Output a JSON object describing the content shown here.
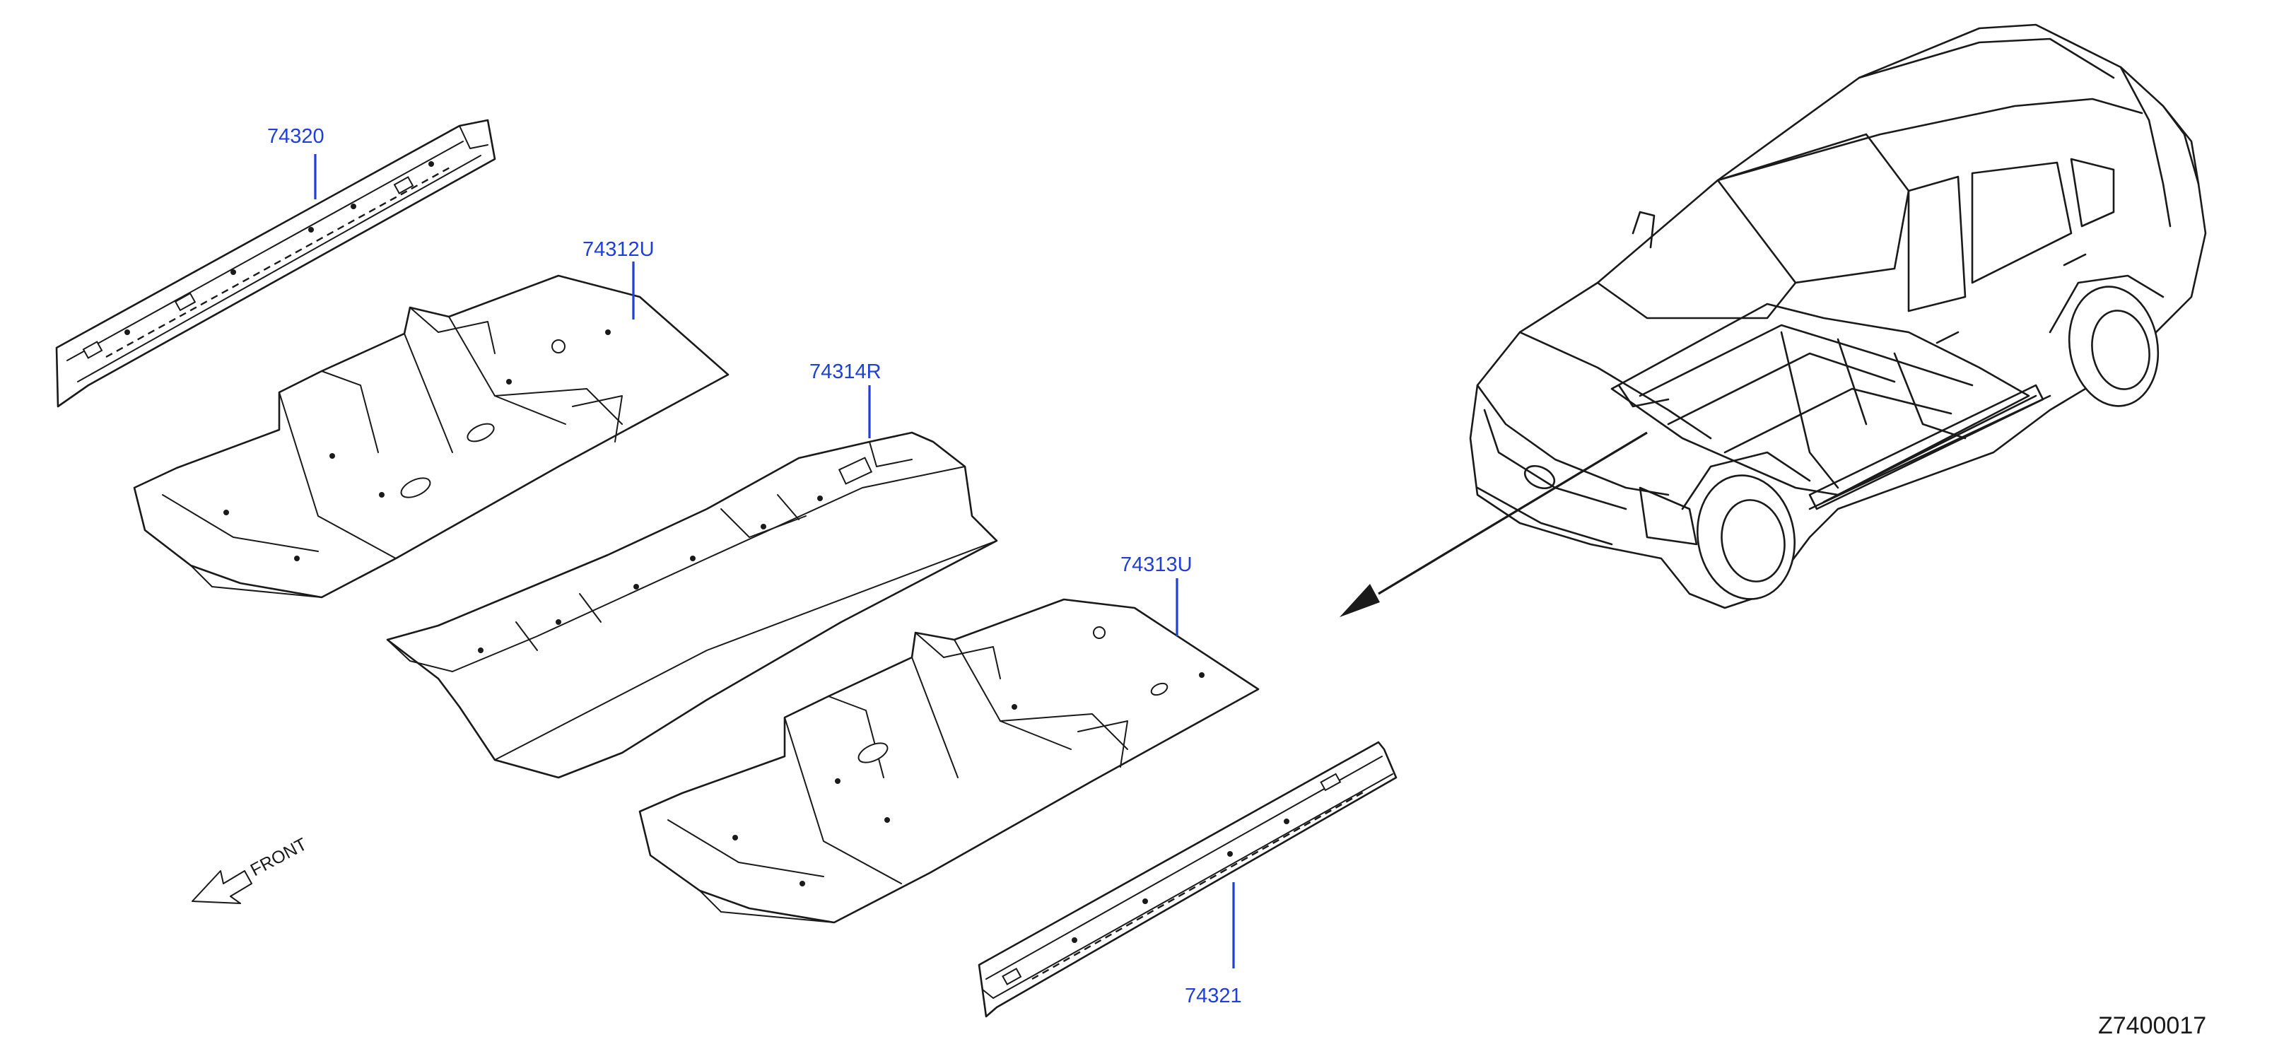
{
  "callouts": {
    "rail_upper": "74320",
    "front_floor_left": "74312U",
    "rear_floor": "74314R",
    "front_floor_right": "74313U",
    "rail_lower": "74321"
  },
  "direction_label": "FRONT",
  "figure_code": "Z7400017",
  "colors": {
    "callout": "#1f3fd6",
    "line": "#1a1a1a",
    "background": "#ffffff"
  }
}
